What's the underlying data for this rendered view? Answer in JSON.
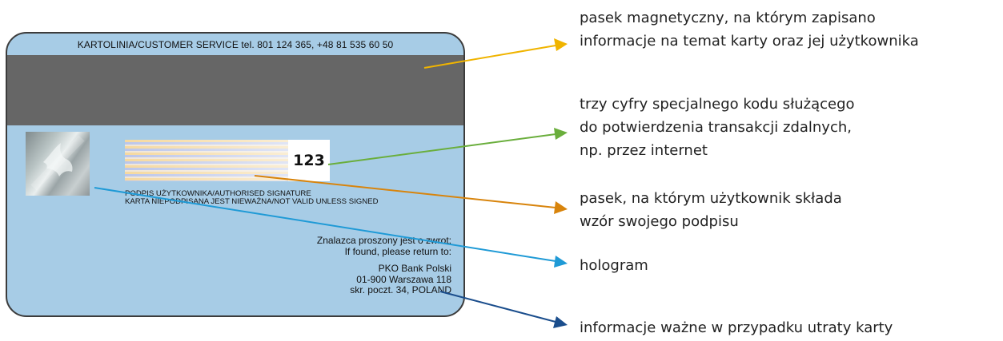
{
  "card": {
    "header": "KARTOLINIA/CUSTOMER SERVICE tel. 801 124 365, +48 81 535 60 50",
    "cvv": "123",
    "signature_label": {
      "line1": "PODPIS UŻYTKOWNIKA/AUTHORISED SIGNATURE",
      "line2": "KARTA NIEPODPISANA JEST NIEWAŻNA/NOT VALID UNLESS SIGNED"
    },
    "return_info": {
      "line1": "Znalazca proszony jest o zwrot:",
      "line2": "If found, please return to:",
      "line3": "PKO Bank Polski",
      "line4": "01-900 Warszawa 118",
      "line5": "skr. poczt. 34, POLAND"
    }
  },
  "annotations": {
    "magstripe": {
      "line1": "pasek magnetyczny, na którym zapisano",
      "line2": "informacje na temat karty oraz jej użytkownika",
      "color": "#f0b400"
    },
    "cvv": {
      "line1": "trzy cyfry specjalnego kodu służącego",
      "line2": "do potwierdzenia transakcji zdalnych,",
      "line3": "np. przez internet",
      "color": "#6aae3c"
    },
    "signature": {
      "line1": "pasek, na którym użytkownik składa",
      "line2": "wzór swojego podpisu",
      "color": "#d8840c"
    },
    "hologram": {
      "line1": "hologram",
      "color": "#1f9ad6"
    },
    "return_info": {
      "line1": "informacje ważne w przypadku utraty karty",
      "color": "#1a4d8c"
    }
  },
  "colors": {
    "card_background": "#a7cce6",
    "magstripe": "#666666",
    "card_border": "#3c3c3c"
  }
}
